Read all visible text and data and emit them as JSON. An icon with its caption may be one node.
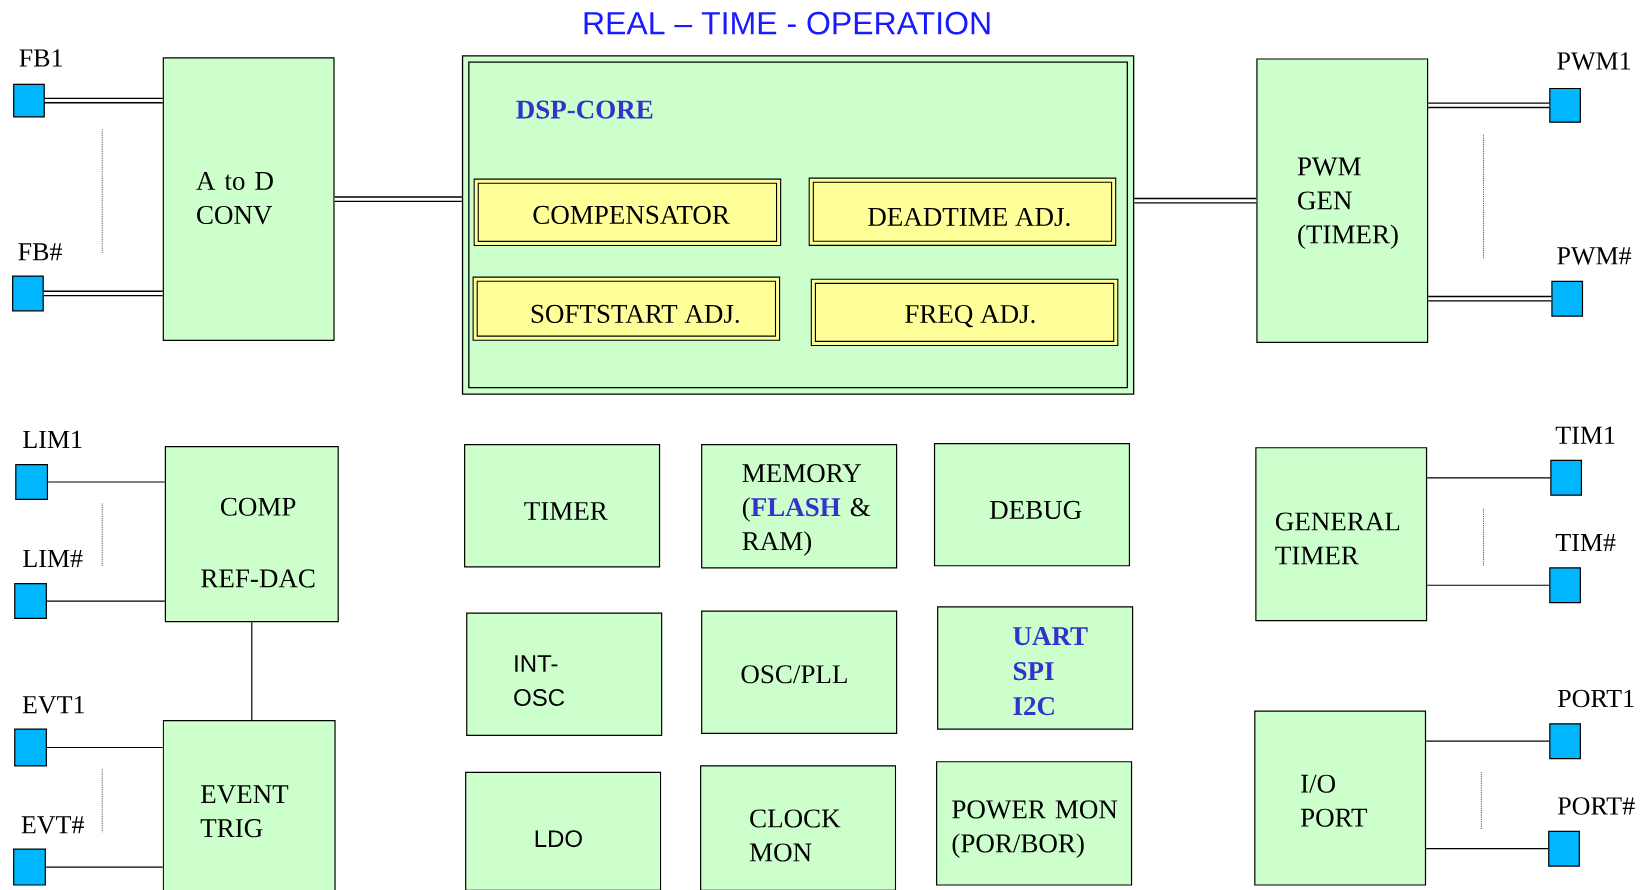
{
  "diagram": {
    "title": "REAL – TIME - OPERATION",
    "nodes": [
      {
        "text": [
          "FB1"
        ]
      },
      {
        "text": [
          "FB#"
        ]
      },
      {
        "text": [
          "A to D CONV"
        ]
      },
      {
        "text": [
          "DSP-CORE"
        ]
      },
      {
        "text": [
          "COMPENSATOR"
        ],
        "in": 3
      },
      {
        "text": [
          "DEADTIME ADJ."
        ],
        "in": 3
      },
      {
        "text": [
          "SOFTSTART ADJ."
        ],
        "in": 3
      },
      {
        "text": [
          "FREQ ADJ."
        ],
        "in": 3
      },
      {
        "text": [
          "PWM GEN (TIMER)"
        ]
      },
      {
        "text": [
          "PWM1"
        ]
      },
      {
        "text": [
          "PWM#"
        ]
      },
      {
        "text": [
          "LIM1"
        ]
      },
      {
        "text": [
          "LIM#"
        ]
      },
      {
        "text": [
          "COMP",
          "REF-DAC"
        ]
      },
      {
        "text": [
          "EVT1"
        ]
      },
      {
        "text": [
          "EVT#"
        ]
      },
      {
        "text": [
          "EVENT TRIG"
        ]
      },
      {
        "text": [
          "TIMER"
        ]
      },
      {
        "text": [
          "MEMORY (**FLASH** & RAM)"
        ]
      },
      {
        "text": [
          "DEBUG"
        ]
      },
      {
        "text": [
          "INT-OSC"
        ]
      },
      {
        "text": [
          "OSC/PLL"
        ]
      },
      {
        "text": [
          "UART SPI I2C"
        ]
      },
      {
        "text": [
          "LDO"
        ]
      },
      {
        "text": [
          "CLOCK MON"
        ]
      },
      {
        "text": [
          "POWER MON (POR/BOR)"
        ]
      },
      {
        "text": [
          "GENERAL TIMER"
        ]
      },
      {
        "text": [
          "TIM1"
        ]
      },
      {
        "text": [
          "TIM#"
        ]
      },
      {
        "text": [
          "I/O PORT"
        ]
      },
      {
        "text": [
          "PORT1"
        ]
      },
      {
        "text": [
          "PORT#"
        ]
      }
    ],
    "edges": [
      {
        "from": 0,
        "to": 2,
        "arrow": "none",
        "style": "thick"
      },
      {
        "from": 1,
        "to": 2,
        "arrow": "none",
        "style": "thick"
      },
      {
        "from": 2,
        "to": 3,
        "arrow": "none",
        "style": "thick"
      },
      {
        "from": 3,
        "to": 8,
        "arrow": "none",
        "style": "thick"
      },
      {
        "from": 8,
        "to": 9,
        "arrow": "none",
        "style": "thick"
      },
      {
        "from": 8,
        "to": 10,
        "arrow": "none",
        "style": "thick"
      },
      {
        "from": 11,
        "to": 13,
        "arrow": "none"
      },
      {
        "from": 12,
        "to": 13,
        "arrow": "none"
      },
      {
        "from": 13,
        "to": 16,
        "arrow": "none"
      },
      {
        "from": 14,
        "to": 16,
        "arrow": "none"
      },
      {
        "from": 15,
        "to": 16,
        "arrow": "none"
      },
      {
        "from": 26,
        "to": 27,
        "arrow": "none"
      },
      {
        "from": 26,
        "to": 28,
        "arrow": "none"
      },
      {
        "from": 29,
        "to": 30,
        "arrow": "none"
      },
      {
        "from": 29,
        "to": 31,
        "arrow": "none"
      }
    ]
  }
}
